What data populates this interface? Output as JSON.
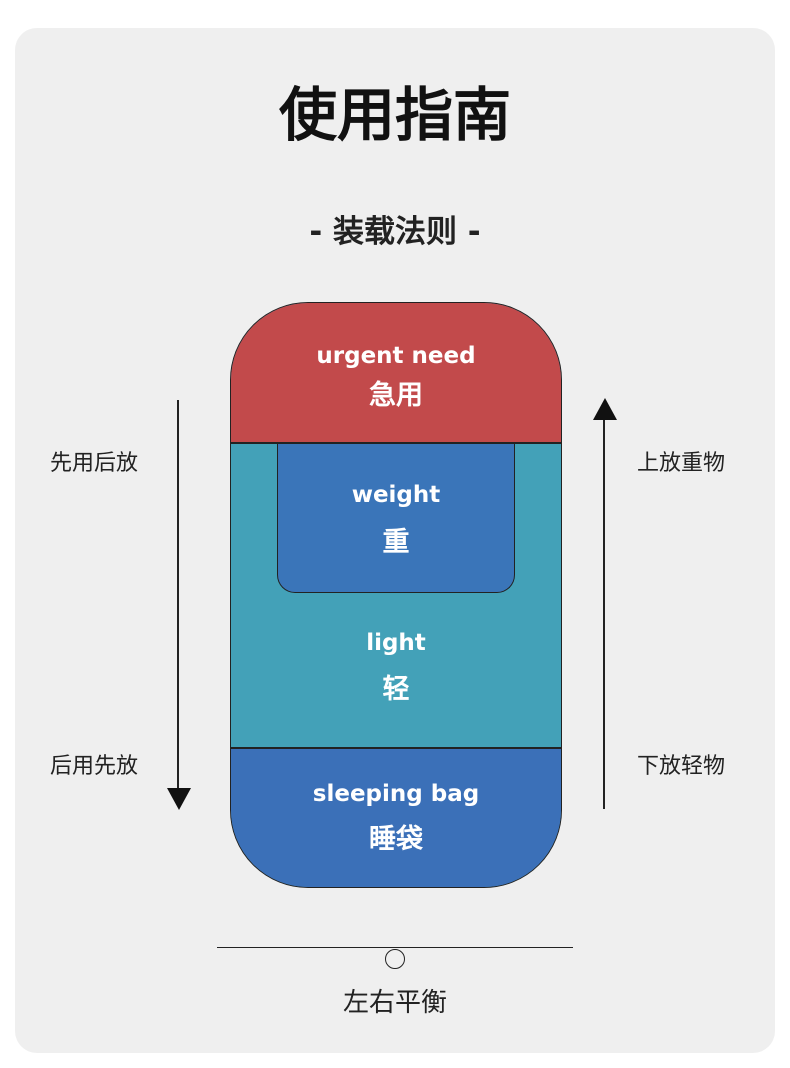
{
  "title": "使用指南",
  "subtitle": "- 装载法则 -",
  "sections": {
    "top": {
      "en": "urgent need",
      "cn": "急用"
    },
    "heavy": {
      "en": "weight",
      "cn": "重"
    },
    "middle": {
      "en": "light",
      "cn": "轻"
    },
    "bottom": {
      "en": "sleeping bag",
      "cn": "睡袋"
    }
  },
  "left_labels": {
    "top": "先用后放",
    "bottom": "后用先放"
  },
  "right_labels": {
    "top": "上放重物",
    "bottom": "下放轻物"
  },
  "balance_label": "左右平衡",
  "colors": {
    "red": "#c24a4b",
    "teal": "#43a1b8",
    "blue": "#3b70b8"
  }
}
